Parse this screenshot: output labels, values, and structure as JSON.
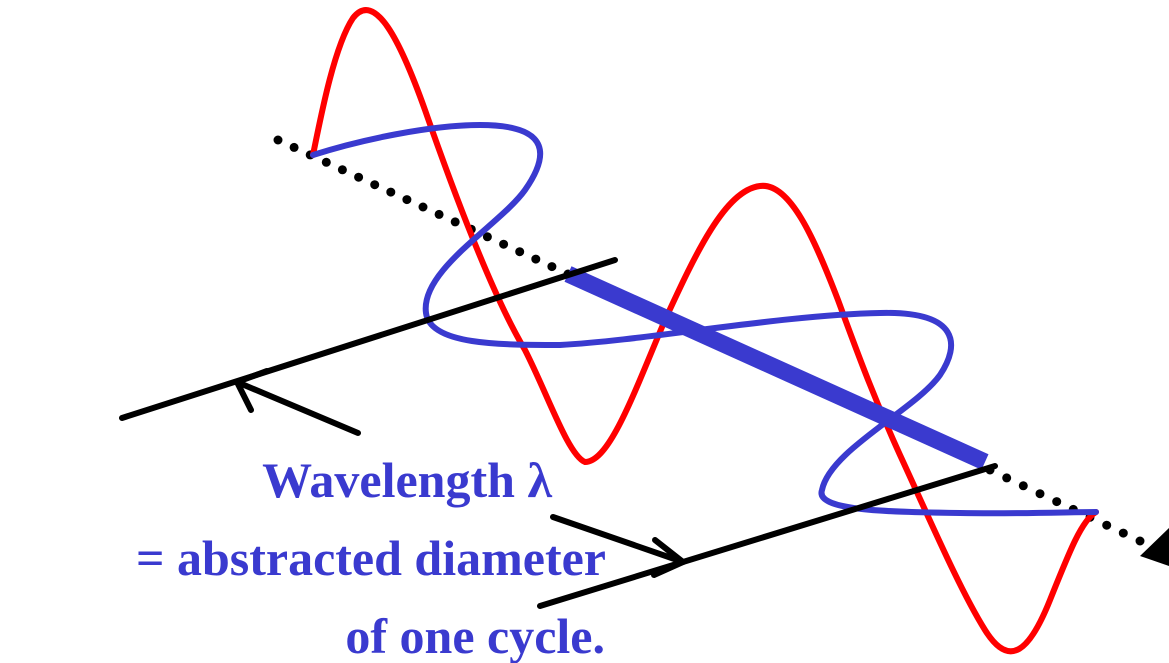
{
  "caption": {
    "line1": "Wavelength λ",
    "line2": "= abstracted diameter",
    "line3": "of one cycle."
  },
  "colors": {
    "electric_wave": "#ff0000",
    "magnetic_wave": "#3a3acf",
    "wavelength_bar": "#3a3acf",
    "axis_dots": "#000000",
    "reference_lines": "#000000",
    "caption_text": "#3a3acf"
  },
  "icons": {
    "axis_arrowhead": "triangle-arrowhead",
    "pointer_arrow_1": "open-arrowhead",
    "pointer_arrow_2": "open-arrowhead"
  }
}
